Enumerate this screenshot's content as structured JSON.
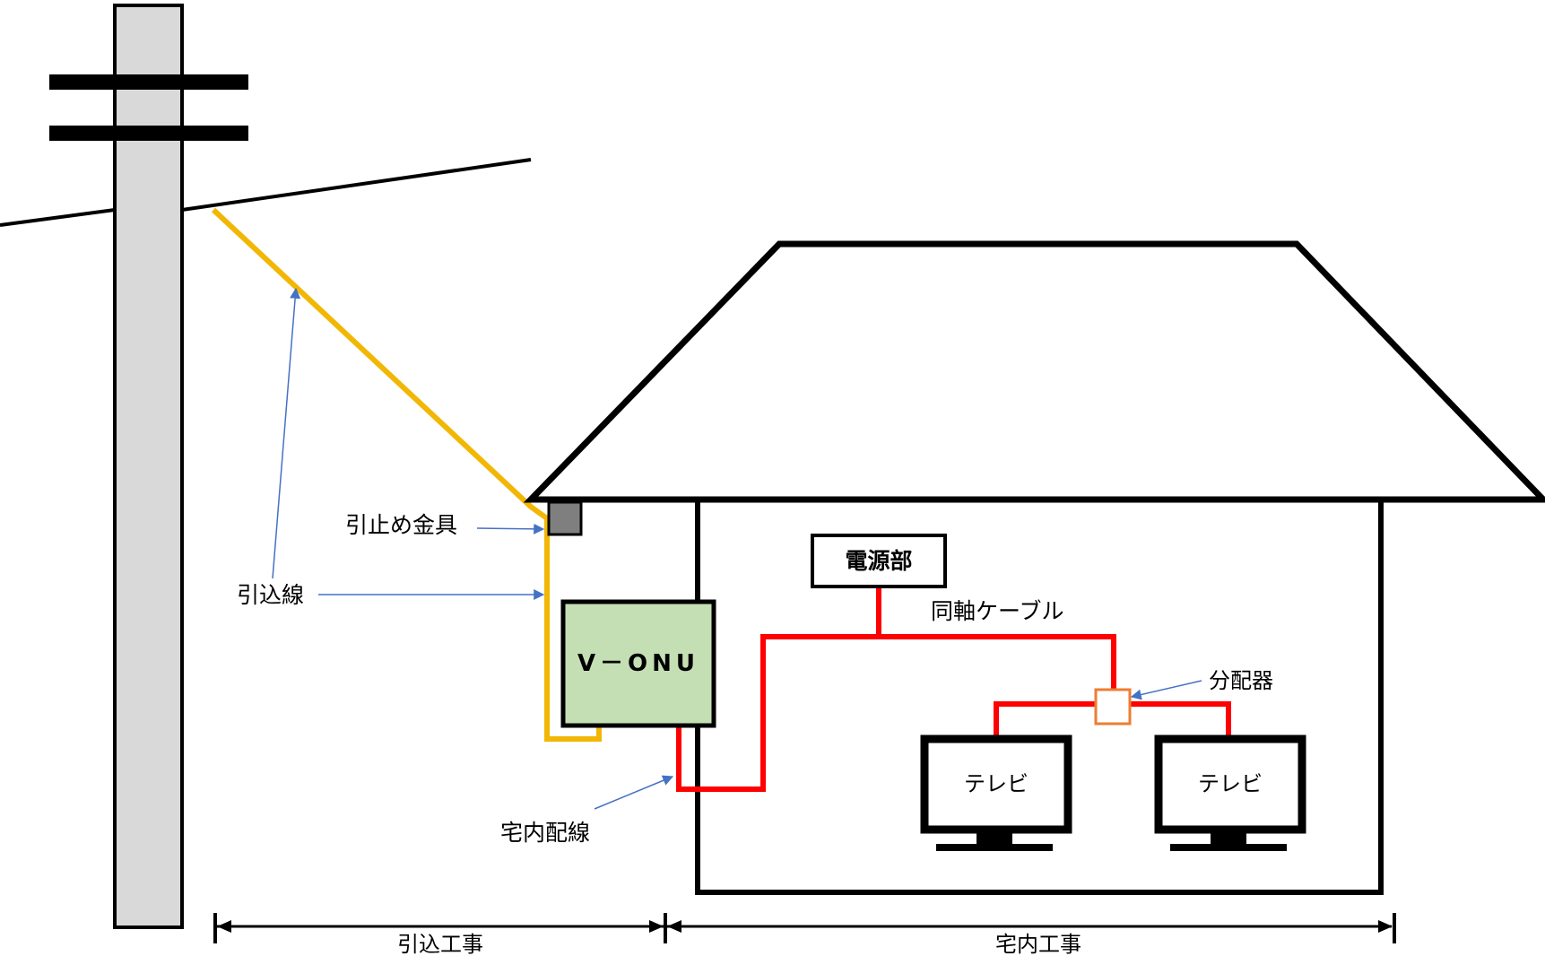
{
  "labels": {
    "dropwire": "引込線",
    "anchor_bracket": "引止め金具",
    "onu": "V－ONU",
    "power_unit": "電源部",
    "coax_cable": "同軸ケーブル",
    "splitter": "分配器",
    "indoor_wiring": "宅内配線",
    "tv_1": "テレビ",
    "tv_2": "テレビ",
    "span_dropwire_work": "引込工事",
    "span_indoor_work": "宅内工事"
  },
  "colors": {
    "dropwire": "#f2b705",
    "coax": "#ff0000",
    "onu_fill": "#c5dfb4",
    "pole_fill": "#d9d9d9",
    "bracket_fill": "#7f7f7f",
    "splitter_stroke": "#ed7d31",
    "arrow": "#4472c4",
    "outline": "#000000"
  }
}
